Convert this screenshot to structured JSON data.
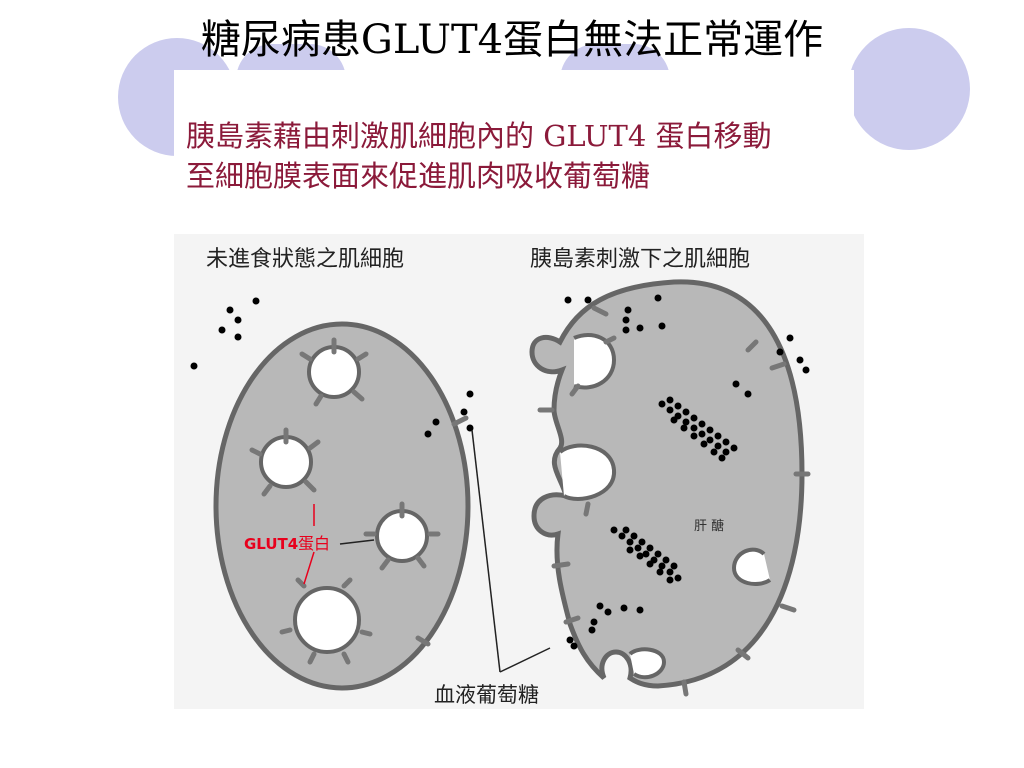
{
  "slide": {
    "title": "糖尿病患GLUT4蛋白無法正常運作",
    "subtitle_line1": "胰島素藉由刺激肌細胞內的 GLUT4 蛋白移動",
    "subtitle_line2": "至細胞膜表面來促進肌肉吸收葡萄糖"
  },
  "diagram": {
    "left_cell_label": "未進食狀態之肌細胞",
    "right_cell_label": "胰島素刺激下之肌細胞",
    "glut4_label": "GLUT4",
    "protein_label": "蛋白",
    "glycogen_label": "肝 醣",
    "blood_glucose_label": "血液葡萄糖"
  },
  "colors": {
    "cell_fill": "#b8b8b8",
    "cell_stroke": "#666666",
    "glut4_red": "#e8001c",
    "subtitle": "#8b1a3a",
    "deco_circle": "#ccccee"
  }
}
